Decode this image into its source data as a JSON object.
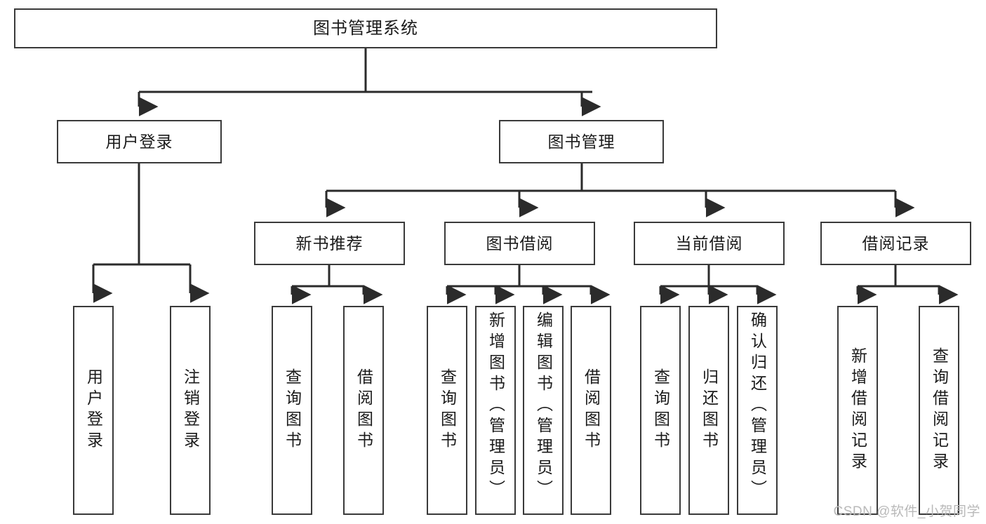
{
  "diagram": {
    "title": "图书管理系统",
    "type": "tree-hierarchy-diagram",
    "colors": {
      "box_border": "#3a3a3a",
      "box_fill": "#ffffff",
      "connector": "#2b2b2b",
      "text": "#1b1b1b",
      "watermark": "#b9b9b9",
      "background": "#ffffff"
    },
    "root": {
      "label": "图书管理系统"
    },
    "level2": [
      {
        "id": "user-login",
        "label": "用户登录"
      },
      {
        "id": "book-management",
        "label": "图书管理"
      }
    ],
    "level3": [
      {
        "id": "new-book-recommend",
        "label": "新书推荐"
      },
      {
        "id": "book-borrow",
        "label": "图书借阅"
      },
      {
        "id": "current-borrow",
        "label": "当前借阅"
      },
      {
        "id": "borrow-record",
        "label": "借阅记录"
      }
    ],
    "leaves": {
      "user_login": [
        {
          "id": "leaf-user-login",
          "label": "用户登录"
        },
        {
          "id": "leaf-logout-login",
          "label": "注销登录"
        }
      ],
      "new_book_recommend": [
        {
          "id": "leaf-query-book-1",
          "label": "查询图书"
        },
        {
          "id": "leaf-borrow-book-1",
          "label": "借阅图书"
        }
      ],
      "book_borrow": [
        {
          "id": "leaf-query-book-2",
          "label": "查询图书"
        },
        {
          "id": "leaf-add-book",
          "label": "新增图书（管理员）"
        },
        {
          "id": "leaf-edit-book",
          "label": "编辑图书（管理员）"
        },
        {
          "id": "leaf-borrow-book-2",
          "label": "借阅图书"
        }
      ],
      "current_borrow": [
        {
          "id": "leaf-query-book-3",
          "label": "查询图书"
        },
        {
          "id": "leaf-return-book",
          "label": "归还图书"
        },
        {
          "id": "leaf-confirm-return",
          "label": "确认归还（管理员）"
        }
      ],
      "borrow_record": [
        {
          "id": "leaf-add-record",
          "label": "新增借阅记录"
        },
        {
          "id": "leaf-query-record",
          "label": "查询借阅记录"
        }
      ]
    }
  },
  "watermark": {
    "text": "CSDN @软件_小贺同学"
  }
}
